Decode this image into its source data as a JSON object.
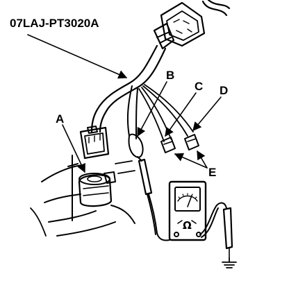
{
  "diagram": {
    "part_number": "07LAJ-PT3020A",
    "labels": {
      "a": "A",
      "b": "B",
      "c": "C",
      "d": "D",
      "e": "E"
    },
    "meter": {
      "ohm_symbol": "Ω",
      "scale_icon": "analog-scale-icon",
      "probe_icon": "test-probe-icon",
      "ground_icon": "ground-symbol-icon"
    }
  }
}
